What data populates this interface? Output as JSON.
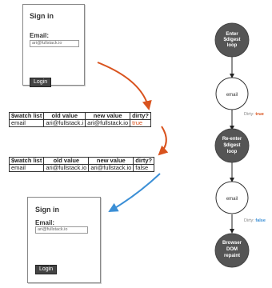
{
  "form_before": {
    "title": "Sign in",
    "email_label": "Email:",
    "email_value": "ari@fullstack.io",
    "login_label": "Login"
  },
  "table1": {
    "headers": [
      "$watch list",
      "old value",
      "new value",
      "dirty?"
    ],
    "row": [
      "email",
      "ari@fullstack.i",
      "ari@fullstack.io",
      "true"
    ]
  },
  "table2": {
    "headers": [
      "$watch list",
      "old value",
      "new value",
      "dirty?"
    ],
    "row": [
      "email",
      "ari@fullstack.io",
      "ari@fullstack.io",
      "false"
    ]
  },
  "form_after": {
    "title": "Sign in",
    "email_label": "Email:",
    "email_value": "ari@fullstack.io",
    "login_label": "Login"
  },
  "flow": {
    "nodes": [
      {
        "lines": [
          "Enter",
          "$digest",
          "loop"
        ],
        "filled": true
      },
      {
        "lines": [
          "email"
        ],
        "filled": false
      },
      {
        "lines": [
          "Re-enter",
          "$digest",
          "loop"
        ],
        "filled": true
      },
      {
        "lines": [
          "email"
        ],
        "filled": false
      },
      {
        "lines": [
          "Browser",
          "DOM",
          "repaint"
        ],
        "filled": true
      }
    ],
    "dirty_label": "Dirty:",
    "dirty_values": [
      "true",
      "false"
    ]
  },
  "colors": {
    "orange": "#d9531e",
    "blue": "#3b8fd6",
    "node_dark": "#555555",
    "dirty_true": "#d9531e",
    "dirty_false": "#3b8fd6"
  }
}
